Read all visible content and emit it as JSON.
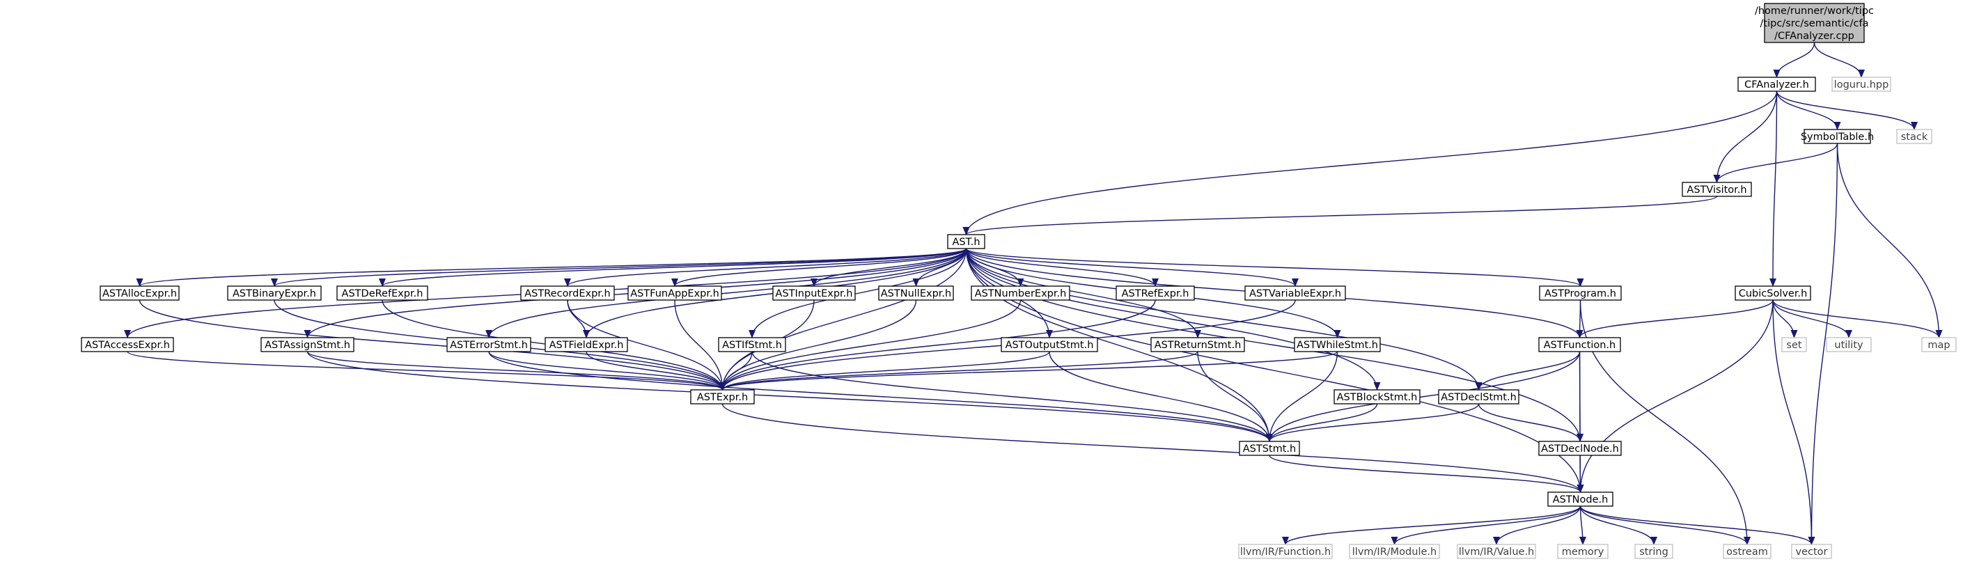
{
  "graph": {
    "type": "include-dependency-graph",
    "colors": {
      "edge": "#191970",
      "root_fill": "#bfbfbf",
      "external_border": "#bfbfbf",
      "background": "#ffffff"
    },
    "nodes": [
      {
        "id": "root",
        "lines": [
          "/home/runner/work/tipc",
          "/tipc/src/semantic/cfa",
          "/CFAnalyzer.cpp"
        ],
        "kind": "root"
      },
      {
        "id": "cfanalyzer",
        "lines": [
          "CFAnalyzer.h"
        ],
        "kind": "internal"
      },
      {
        "id": "loguru",
        "lines": [
          "loguru.hpp"
        ],
        "kind": "external"
      },
      {
        "id": "symboltable",
        "lines": [
          "SymbolTable.h"
        ],
        "kind": "internal"
      },
      {
        "id": "stack",
        "lines": [
          "stack"
        ],
        "kind": "external"
      },
      {
        "id": "astvisitor",
        "lines": [
          "ASTVisitor.h"
        ],
        "kind": "internal"
      },
      {
        "id": "ast",
        "lines": [
          "AST.h"
        ],
        "kind": "internal"
      },
      {
        "id": "cubicsolver",
        "lines": [
          "CubicSolver.h"
        ],
        "kind": "internal"
      },
      {
        "id": "astallocexpr",
        "lines": [
          "ASTAllocExpr.h"
        ],
        "kind": "internal"
      },
      {
        "id": "astbinaryexpr",
        "lines": [
          "ASTBinaryExpr.h"
        ],
        "kind": "internal"
      },
      {
        "id": "astderefexpr",
        "lines": [
          "ASTDeRefExpr.h"
        ],
        "kind": "internal"
      },
      {
        "id": "astrecordexpr",
        "lines": [
          "ASTRecordExpr.h"
        ],
        "kind": "internal"
      },
      {
        "id": "astfunappexpr",
        "lines": [
          "ASTFunAppExpr.h"
        ],
        "kind": "internal"
      },
      {
        "id": "astinputexpr",
        "lines": [
          "ASTInputExpr.h"
        ],
        "kind": "internal"
      },
      {
        "id": "astnullexpr",
        "lines": [
          "ASTNullExpr.h"
        ],
        "kind": "internal"
      },
      {
        "id": "astnumberexpr",
        "lines": [
          "ASTNumberExpr.h"
        ],
        "kind": "internal"
      },
      {
        "id": "astrefexpr",
        "lines": [
          "ASTRefExpr.h"
        ],
        "kind": "internal"
      },
      {
        "id": "astvariableexpr",
        "lines": [
          "ASTVariableExpr.h"
        ],
        "kind": "internal"
      },
      {
        "id": "astprogram",
        "lines": [
          "ASTProgram.h"
        ],
        "kind": "internal"
      },
      {
        "id": "set",
        "lines": [
          "set"
        ],
        "kind": "external"
      },
      {
        "id": "utility",
        "lines": [
          "utility"
        ],
        "kind": "external"
      },
      {
        "id": "map",
        "lines": [
          "map"
        ],
        "kind": "external"
      },
      {
        "id": "astaccessexpr",
        "lines": [
          "ASTAccessExpr.h"
        ],
        "kind": "internal"
      },
      {
        "id": "astassignstmt",
        "lines": [
          "ASTAssignStmt.h"
        ],
        "kind": "internal"
      },
      {
        "id": "asterrorstmt",
        "lines": [
          "ASTErrorStmt.h"
        ],
        "kind": "internal"
      },
      {
        "id": "astfieldexpr",
        "lines": [
          "ASTFieldExpr.h"
        ],
        "kind": "internal"
      },
      {
        "id": "astifstmt",
        "lines": [
          "ASTIfStmt.h"
        ],
        "kind": "internal"
      },
      {
        "id": "astoutputstmt",
        "lines": [
          "ASTOutputStmt.h"
        ],
        "kind": "internal"
      },
      {
        "id": "astreturnstmt",
        "lines": [
          "ASTReturnStmt.h"
        ],
        "kind": "internal"
      },
      {
        "id": "astwhilestmt",
        "lines": [
          "ASTWhileStmt.h"
        ],
        "kind": "internal"
      },
      {
        "id": "astfunction",
        "lines": [
          "ASTFunction.h"
        ],
        "kind": "internal"
      },
      {
        "id": "astexpr",
        "lines": [
          "ASTExpr.h"
        ],
        "kind": "internal"
      },
      {
        "id": "astblockstmt",
        "lines": [
          "ASTBlockStmt.h"
        ],
        "kind": "internal"
      },
      {
        "id": "astdeclstmt",
        "lines": [
          "ASTDeclStmt.h"
        ],
        "kind": "internal"
      },
      {
        "id": "aststmt",
        "lines": [
          "ASTStmt.h"
        ],
        "kind": "internal"
      },
      {
        "id": "astdeclnode",
        "lines": [
          "ASTDeclNode.h"
        ],
        "kind": "internal"
      },
      {
        "id": "astnode",
        "lines": [
          "ASTNode.h"
        ],
        "kind": "internal"
      },
      {
        "id": "llvmfunction",
        "lines": [
          "llvm/IR/Function.h"
        ],
        "kind": "external"
      },
      {
        "id": "llvmmodule",
        "lines": [
          "llvm/IR/Module.h"
        ],
        "kind": "external"
      },
      {
        "id": "llvmvalue",
        "lines": [
          "llvm/IR/Value.h"
        ],
        "kind": "external"
      },
      {
        "id": "memory",
        "lines": [
          "memory"
        ],
        "kind": "external"
      },
      {
        "id": "string",
        "lines": [
          "string"
        ],
        "kind": "external"
      },
      {
        "id": "ostream",
        "lines": [
          "ostream"
        ],
        "kind": "external"
      },
      {
        "id": "vector",
        "lines": [
          "vector"
        ],
        "kind": "external"
      }
    ],
    "edges": [
      [
        "root",
        "cfanalyzer"
      ],
      [
        "root",
        "loguru"
      ],
      [
        "cfanalyzer",
        "ast"
      ],
      [
        "cfanalyzer",
        "astvisitor"
      ],
      [
        "cfanalyzer",
        "symboltable"
      ],
      [
        "cfanalyzer",
        "stack"
      ],
      [
        "cfanalyzer",
        "cubicsolver"
      ],
      [
        "symboltable",
        "astvisitor"
      ],
      [
        "symboltable",
        "map"
      ],
      [
        "symboltable",
        "vector"
      ],
      [
        "astvisitor",
        "ast"
      ],
      [
        "cubicsolver",
        "astfunction"
      ],
      [
        "cubicsolver",
        "set"
      ],
      [
        "cubicsolver",
        "utility"
      ],
      [
        "cubicsolver",
        "map"
      ],
      [
        "cubicsolver",
        "vector"
      ],
      [
        "cubicsolver",
        "astnode"
      ],
      [
        "ast",
        "astallocexpr"
      ],
      [
        "ast",
        "astbinaryexpr"
      ],
      [
        "ast",
        "astderefexpr"
      ],
      [
        "ast",
        "astrecordexpr"
      ],
      [
        "ast",
        "astfunappexpr"
      ],
      [
        "ast",
        "astinputexpr"
      ],
      [
        "ast",
        "astnullexpr"
      ],
      [
        "ast",
        "astnumberexpr"
      ],
      [
        "ast",
        "astrefexpr"
      ],
      [
        "ast",
        "astvariableexpr"
      ],
      [
        "ast",
        "astprogram"
      ],
      [
        "ast",
        "astaccessexpr"
      ],
      [
        "ast",
        "astassignstmt"
      ],
      [
        "ast",
        "asterrorstmt"
      ],
      [
        "ast",
        "astfieldexpr"
      ],
      [
        "ast",
        "astifstmt"
      ],
      [
        "ast",
        "astoutputstmt"
      ],
      [
        "ast",
        "astreturnstmt"
      ],
      [
        "ast",
        "astwhilestmt"
      ],
      [
        "ast",
        "astfunction"
      ],
      [
        "ast",
        "astexpr"
      ],
      [
        "ast",
        "astblockstmt"
      ],
      [
        "ast",
        "astdeclstmt"
      ],
      [
        "ast",
        "aststmt"
      ],
      [
        "ast",
        "astdeclnode"
      ],
      [
        "ast",
        "astnode"
      ],
      [
        "astallocexpr",
        "astexpr"
      ],
      [
        "astbinaryexpr",
        "astexpr"
      ],
      [
        "astderefexpr",
        "astexpr"
      ],
      [
        "astrecordexpr",
        "astexpr"
      ],
      [
        "astrecordexpr",
        "astfieldexpr"
      ],
      [
        "astfunappexpr",
        "astexpr"
      ],
      [
        "astinputexpr",
        "astexpr"
      ],
      [
        "astnullexpr",
        "astexpr"
      ],
      [
        "astnumberexpr",
        "astexpr"
      ],
      [
        "astrefexpr",
        "astexpr"
      ],
      [
        "astvariableexpr",
        "astexpr"
      ],
      [
        "astprogram",
        "astfunction"
      ],
      [
        "astprogram",
        "ostream"
      ],
      [
        "astaccessexpr",
        "astexpr"
      ],
      [
        "astassignstmt",
        "astexpr"
      ],
      [
        "astassignstmt",
        "aststmt"
      ],
      [
        "asterrorstmt",
        "astexpr"
      ],
      [
        "asterrorstmt",
        "aststmt"
      ],
      [
        "astfieldexpr",
        "astexpr"
      ],
      [
        "astifstmt",
        "astexpr"
      ],
      [
        "astifstmt",
        "aststmt"
      ],
      [
        "astoutputstmt",
        "astexpr"
      ],
      [
        "astoutputstmt",
        "aststmt"
      ],
      [
        "astreturnstmt",
        "astexpr"
      ],
      [
        "astreturnstmt",
        "aststmt"
      ],
      [
        "astwhilestmt",
        "astexpr"
      ],
      [
        "astwhilestmt",
        "aststmt"
      ],
      [
        "astfunction",
        "astdeclstmt"
      ],
      [
        "astfunction",
        "aststmt"
      ],
      [
        "astfunction",
        "astdeclnode"
      ],
      [
        "astfunction",
        "astnode"
      ],
      [
        "astexpr",
        "astnode"
      ],
      [
        "astblockstmt",
        "aststmt"
      ],
      [
        "astdeclstmt",
        "aststmt"
      ],
      [
        "astdeclstmt",
        "astdeclnode"
      ],
      [
        "aststmt",
        "astnode"
      ],
      [
        "astdeclnode",
        "astnode"
      ],
      [
        "astnode",
        "llvmfunction"
      ],
      [
        "astnode",
        "llvmmodule"
      ],
      [
        "astnode",
        "llvmvalue"
      ],
      [
        "astnode",
        "memory"
      ],
      [
        "astnode",
        "string"
      ],
      [
        "astnode",
        "ostream"
      ],
      [
        "astnode",
        "vector"
      ]
    ]
  }
}
